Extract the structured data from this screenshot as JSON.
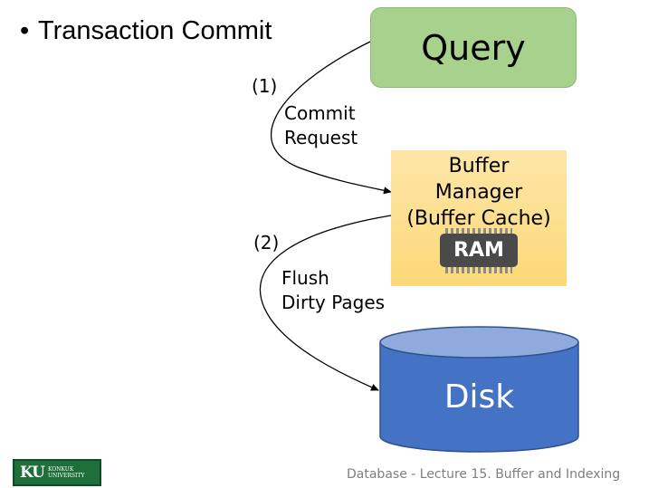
{
  "slide": {
    "bullet": "Transaction Commit"
  },
  "nodes": {
    "query": "Query",
    "buffer_manager": "Buffer\nManager\n(Buffer Cache)",
    "ram": "RAM",
    "disk": "Disk"
  },
  "edges": {
    "step1_number": "(1)",
    "step1_label_line1": "Commit",
    "step1_label_line2": "Request",
    "step2_number": "(2)",
    "step2_label_line1": "Flush",
    "step2_label_line2": "Dirty Pages"
  },
  "footer": {
    "logo_mark": "KU",
    "logo_name": "KONKUK\nUNIVERSITY",
    "caption": "Database - Lecture 15. Buffer and Indexing"
  },
  "colors": {
    "query_fill": "#a9d18e",
    "buffer_fill": "#fcd877",
    "disk_fill": "#4472c4",
    "disk_top": "#8faadc"
  }
}
